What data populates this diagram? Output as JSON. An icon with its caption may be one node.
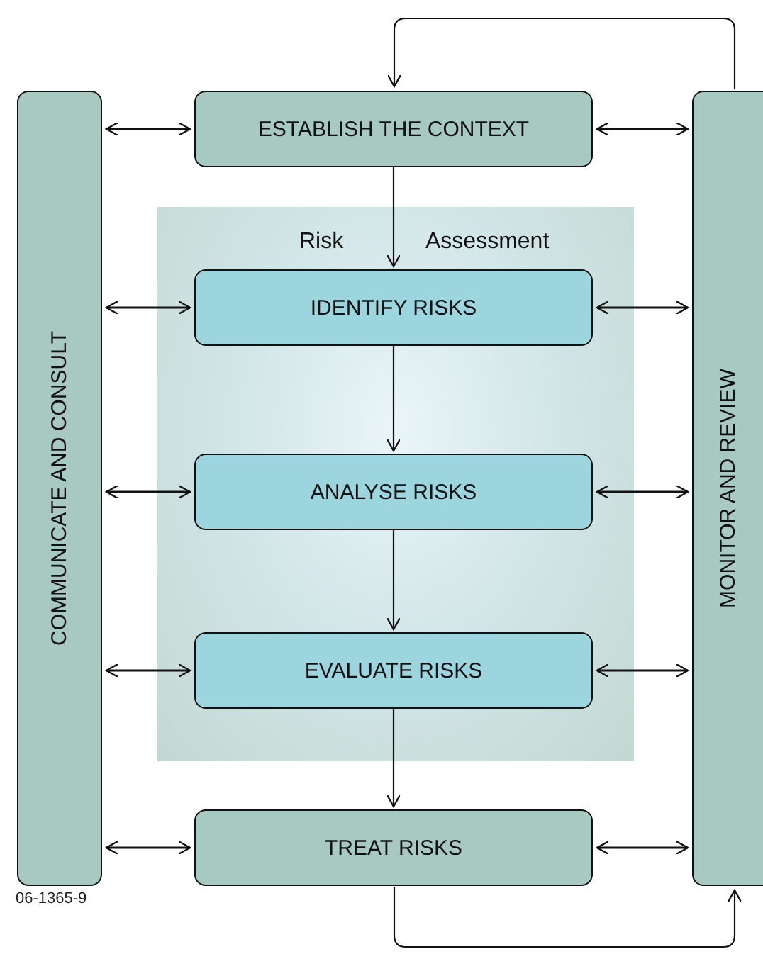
{
  "diagram": {
    "nodes": [
      {
        "text": [
          "COMMUNICATE AND CONSULT"
        ]
      },
      {
        "text": [
          "ESTABLISH THE CONTEXT"
        ]
      },
      {
        "text": [
          "Risk",
          "Assessment"
        ]
      },
      {
        "text": [
          "IDENTIFY RISKS"
        ],
        "in": 2
      },
      {
        "text": [
          "ANALYSE RISKS"
        ],
        "in": 2
      },
      {
        "text": [
          "EVALUATE RISKS"
        ],
        "in": 2
      },
      {
        "text": [
          "TREAT RISKS"
        ]
      },
      {
        "text": [
          "MONITOR AND REVIEW"
        ]
      }
    ],
    "edges": [
      {
        "from": 0,
        "to": 1,
        "arrow": "both"
      },
      {
        "from": 1,
        "to": 7,
        "arrow": "both"
      },
      {
        "from": 0,
        "to": 3,
        "arrow": "both"
      },
      {
        "from": 3,
        "to": 7,
        "arrow": "both"
      },
      {
        "from": 0,
        "to": 4,
        "arrow": "both"
      },
      {
        "from": 4,
        "to": 7,
        "arrow": "both"
      },
      {
        "from": 0,
        "to": 5,
        "arrow": "both"
      },
      {
        "from": 5,
        "to": 7,
        "arrow": "both"
      },
      {
        "from": 0,
        "to": 6,
        "arrow": "both"
      },
      {
        "from": 6,
        "to": 7,
        "arrow": "both"
      },
      {
        "from": 1,
        "to": 3,
        "arrow": "to"
      },
      {
        "from": 3,
        "to": 4,
        "arrow": "to"
      },
      {
        "from": 4,
        "to": 5,
        "arrow": "to"
      },
      {
        "from": 5,
        "to": 6,
        "arrow": "to"
      },
      {
        "from": 6,
        "to": 7,
        "arrow": "to"
      },
      {
        "from": 7,
        "to": 1,
        "arrow": "to"
      }
    ],
    "labels": [
      "06-1365-9"
    ]
  }
}
